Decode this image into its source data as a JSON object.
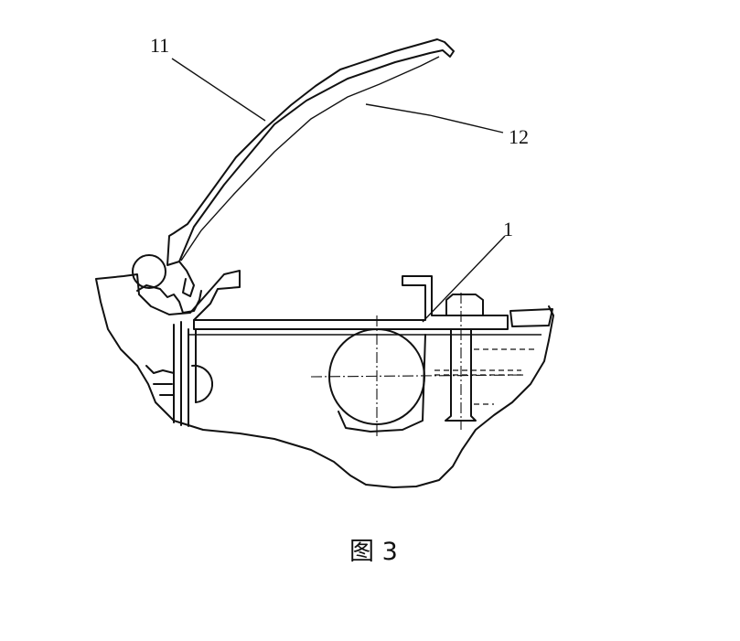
{
  "labels": {
    "lid": "11",
    "lid_inner": "12",
    "base": "1"
  },
  "caption": "图 3"
}
